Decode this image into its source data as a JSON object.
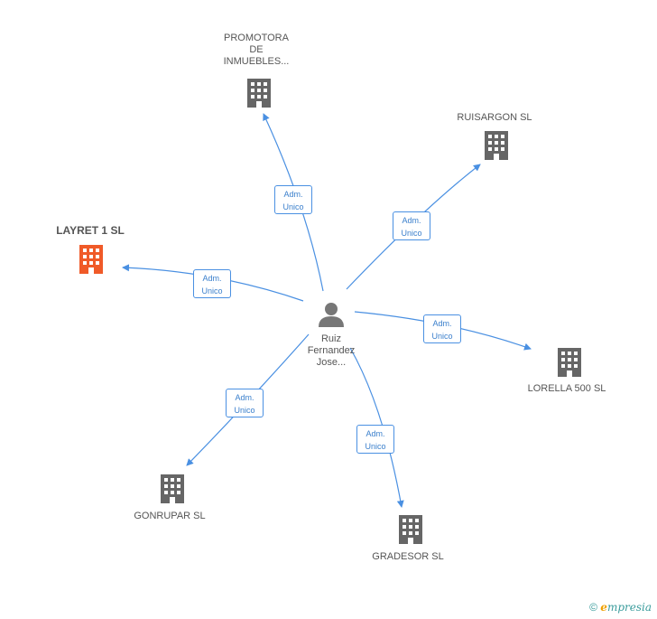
{
  "center": {
    "name_lines": [
      "Ruiz",
      "Fernandez",
      "Jose..."
    ],
    "icon": "person-icon"
  },
  "companies": [
    {
      "id": "promotora",
      "label": "PROMOTORA\nDE\nINMUEBLES...",
      "highlight": false
    },
    {
      "id": "ruisargon",
      "label": "RUISARGON SL",
      "highlight": false
    },
    {
      "id": "layret",
      "label": "LAYRET 1 SL",
      "highlight": true
    },
    {
      "id": "lorella",
      "label": "LORELLA 500 SL",
      "highlight": false
    },
    {
      "id": "gonrupar",
      "label": "GONRUPAR SL",
      "highlight": false
    },
    {
      "id": "gradesor",
      "label": "GRADESOR SL",
      "highlight": false
    }
  ],
  "edge_label_line1": "Adm.",
  "edge_label_line2": "Unico",
  "colors": {
    "edge": "#4a90e2",
    "building": "#666666",
    "building_highlight": "#f05a28",
    "person": "#777777"
  },
  "footer": {
    "copyright": "©",
    "brand_first": "e",
    "brand_rest": "mpresia"
  }
}
